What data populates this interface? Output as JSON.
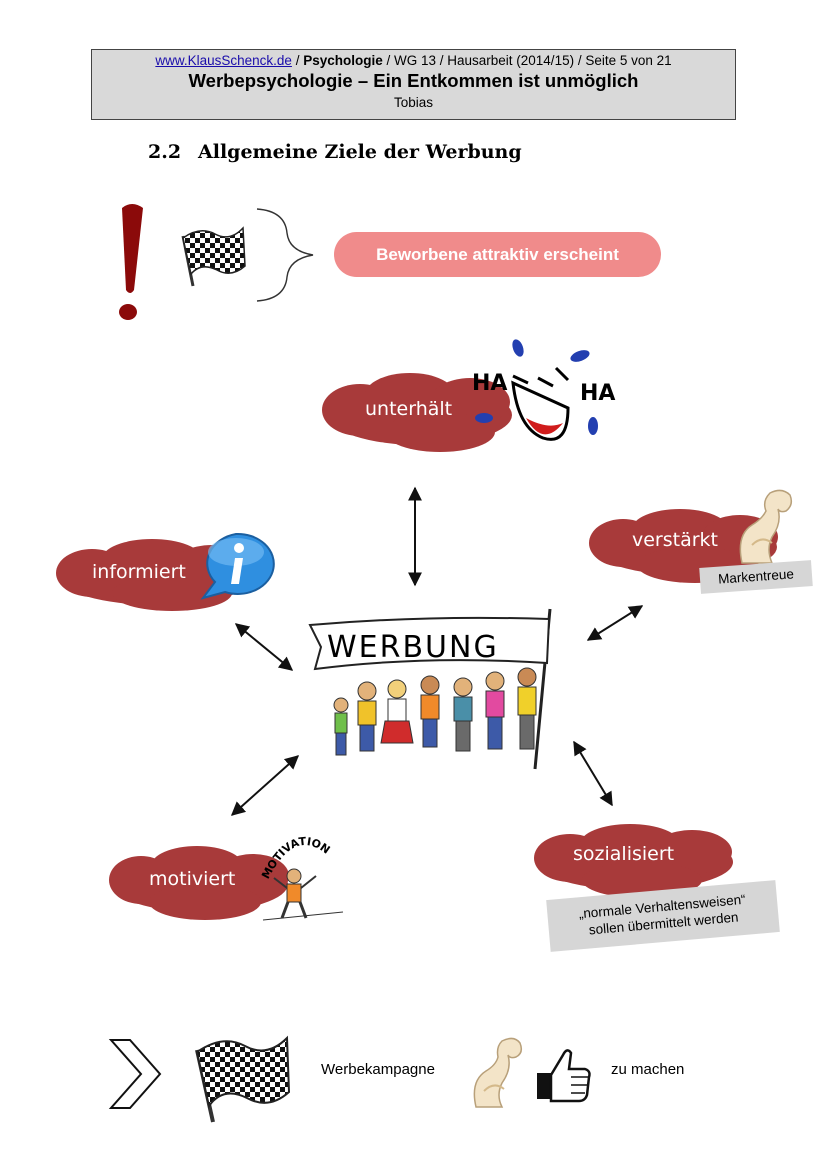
{
  "header": {
    "link": "www.KlausSchenck.de",
    "sep1": " / ",
    "subject": "Psychologie",
    "rest": " / WG 13 / Hausarbeit (2014/15) / Seite 5 von 21",
    "title": "Werbepsychologie – Ein Entkommen ist unmöglich",
    "author": "Tobias"
  },
  "section": {
    "number": "2.2",
    "title": "Allgemeine Ziele der Werbung"
  },
  "goal_pill": "Beworbene attraktiv erscheint",
  "center_banner": "WERBUNG",
  "clouds": {
    "unterhaelt": "unterhält",
    "informiert": "informiert",
    "verstaerkt": "verstärkt",
    "motiviert": "motiviert",
    "sozialisiert": "sozialisiert"
  },
  "tags": {
    "markentreue": "Markentreue",
    "normal_line1": "„normale Verhaltensweisen“",
    "normal_line2": "sollen übermittelt werden"
  },
  "laugh": {
    "left": "HA",
    "right": "HA"
  },
  "motivation_word": "MOTIVATION",
  "bottom": {
    "word1": "Werbekampagne",
    "word2": "zu machen"
  },
  "colors": {
    "cloud": "#a83a3a",
    "pill": "#f08b8b",
    "exclamation": "#8b0a0a",
    "info_bubble": "#2f8fe0"
  }
}
